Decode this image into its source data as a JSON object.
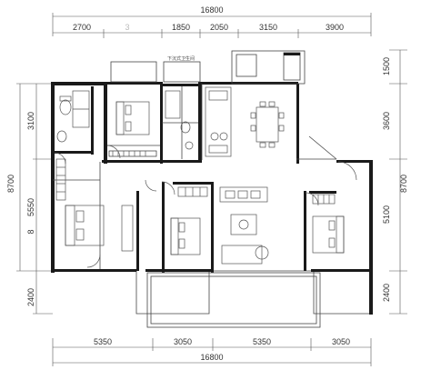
{
  "dimensions": {
    "top_total": "16800",
    "top_segments": [
      "2700",
      "1850",
      "2050",
      "3150",
      "3900"
    ],
    "top_faint": "3",
    "bottom_total": "16800",
    "bottom_segments": [
      "5350",
      "3050",
      "5350",
      "3050"
    ],
    "left_top": "3100",
    "left_mid": "5550",
    "left_total": "8700",
    "left_small": "8",
    "left_bottom": "2400",
    "right_top": "1500",
    "right_mid": "3600",
    "right_total": "8700",
    "right_lower": "5100",
    "right_bottom": "2400"
  },
  "annotations": {
    "pipe_note": "下沉式卫生间"
  },
  "colors": {
    "wall": "#1a1a1a",
    "line": "#444444"
  }
}
